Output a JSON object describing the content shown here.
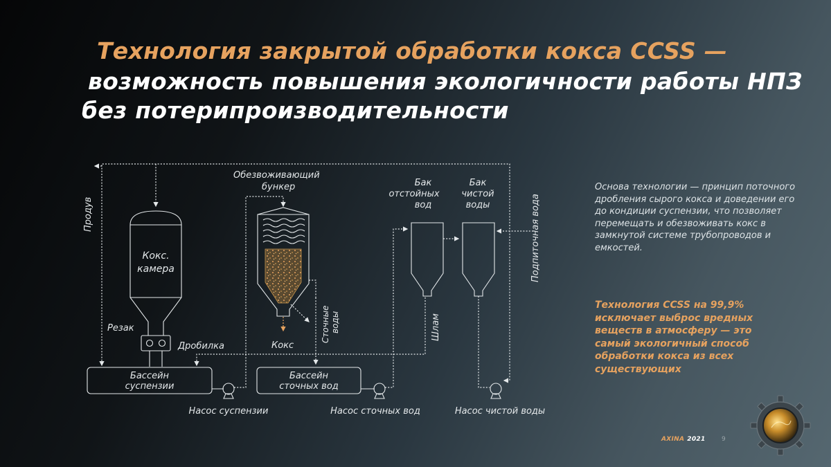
{
  "title": {
    "line1": "Технология закрытой обработки кокса CCSS —",
    "line2": "возможность повышения экологичности работы НПЗ",
    "line3": "без потерипроизводительности"
  },
  "diagram": {
    "produv": "Продув",
    "koks_kamera_1": "Кокс.",
    "koks_kamera_2": "камера",
    "rezak": "Резак",
    "drobilka": "Дробилка",
    "bunker_1": "Обезвоживающий",
    "bunker_2": "бункер",
    "koks": "Кокс",
    "stochnye_vody_1": "Сточные",
    "stochnye_vody_2": "воды",
    "bak_otst_1": "Бак",
    "bak_otst_2": "отстойных",
    "bak_otst_3": "вод",
    "bak_chist_1": "Бак",
    "bak_chist_2": "чистой",
    "bak_chist_3": "воды",
    "podpitochnaya": "Подпиточная вода",
    "shlam": "Шлам",
    "bassein_susp_1": "Бассейн",
    "bassein_susp_2": "суспензии",
    "bassein_stoch_1": "Бассейн",
    "bassein_stoch_2": "сточных вод",
    "nasos_susp": "Насос суспензии",
    "nasos_stoch": "Насос сточных вод",
    "nasos_chist": "Насос чистой воды"
  },
  "description": "Основа технологии — принцип поточного дробления сырого кокса и доведении его до кондиции суспензии, что позволяет перемещать и обезвоживать кокс в замкнутой системе трубопроводов и емкостей.",
  "highlight": "Технология CCSS на 99,9% исключает выброс вредных веществ в атмосферу — это самый экологичный способ обработки кокса из всех существующих",
  "footer": {
    "brand": "AXINA",
    "year": "2021",
    "page": "9"
  },
  "colors": {
    "accent": "#e6a25f",
    "line": "#e4e8ea"
  }
}
